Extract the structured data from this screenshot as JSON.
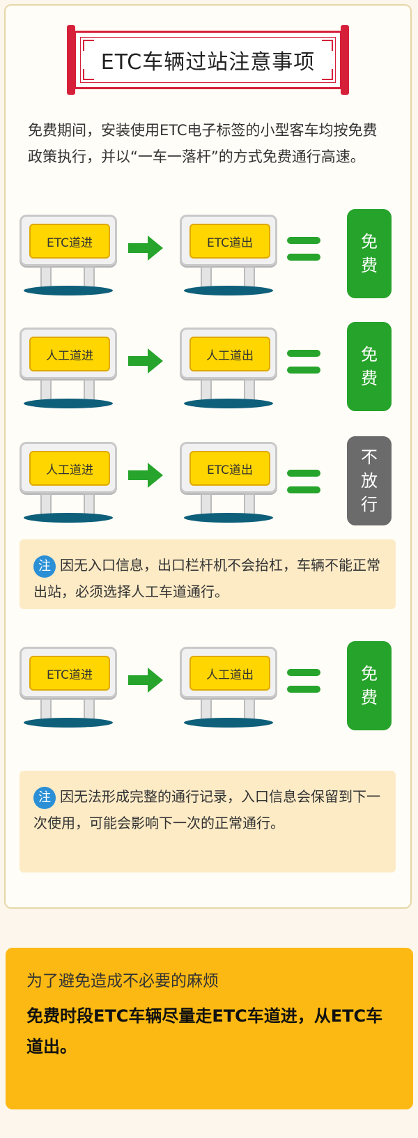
{
  "banner": {
    "title": "ETC车辆过站注意事项"
  },
  "intro": {
    "text": "免费期间，安装使用ETC电子标签的小型客车均按免费政策执行，并以“一车一落杆”的方式免费通行高速。"
  },
  "rows": [
    {
      "entry": "ETC道进",
      "exit": "ETC道出",
      "result": [
        "免",
        "费"
      ],
      "result_color": "#26a32a"
    },
    {
      "entry": "人工道进",
      "exit": "人工道出",
      "result": [
        "免",
        "费"
      ],
      "result_color": "#26a32a"
    },
    {
      "entry": "人工道进",
      "exit": "ETC道出",
      "result": [
        "不",
        "放",
        "行"
      ],
      "result_color": "#6b6b6b"
    },
    {
      "entry": "ETC道进",
      "exit": "人工道出",
      "result": [
        "免",
        "费"
      ],
      "result_color": "#26a32a"
    }
  ],
  "notes": [
    {
      "icon": "注",
      "text": "因无入口信息，出口栏杆机不会抬杠，车辆不能正常出站，必须选择人工车道通行。"
    },
    {
      "icon": "注",
      "text": "因无法形成完整的通行记录，入口信息会保留到下一次使用，可能会影响下一次的正常通行。"
    }
  ],
  "tip": {
    "line1": "为了避免造成不必要的麻烦",
    "line2": "免费时段ETC车辆尽量走ETC车道进，从ETC车道出。"
  },
  "colors": {
    "green": "#26a32a",
    "gray": "#6b6b6b",
    "yellow_plate": "#ffd600",
    "note_bg": "#fdebc6",
    "tip_bg": "#fdb913",
    "banner_red": "#d6203a"
  }
}
